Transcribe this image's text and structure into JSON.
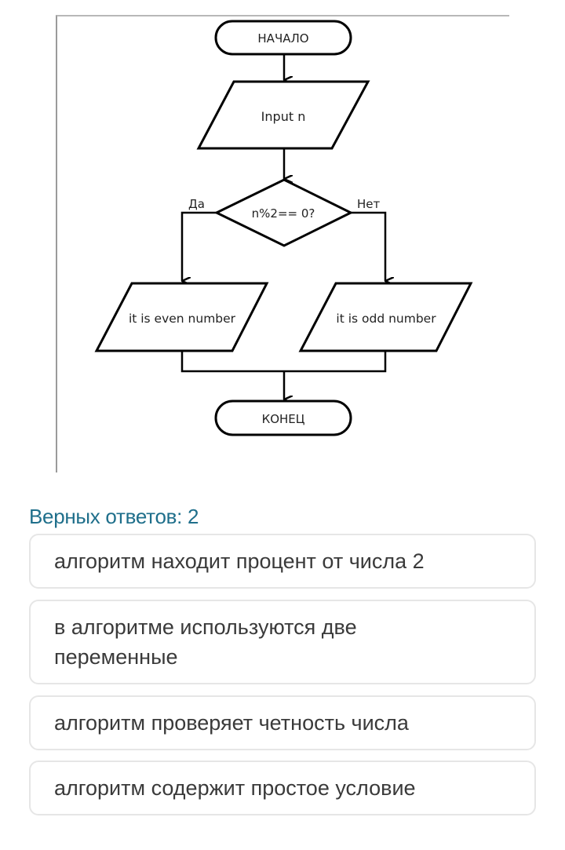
{
  "flowchart": {
    "start_label": "НАЧАЛО",
    "input_label": "Input n",
    "condition_label": "n%2== 0?",
    "yes_label": "Да",
    "no_label": "Нет",
    "even_output_label": "it is even number",
    "odd_output_label": "it is odd number",
    "end_label": "КОНЕЦ"
  },
  "question": {
    "hint": "Верных ответов: 2"
  },
  "answers": [
    {
      "label": "алгоритм находит процент от числа 2"
    },
    {
      "label": "в алгоритме используются две переменные"
    },
    {
      "label": "алгоритм проверяет четность числа"
    },
    {
      "label": "алгоритм содержит простое условие"
    }
  ]
}
